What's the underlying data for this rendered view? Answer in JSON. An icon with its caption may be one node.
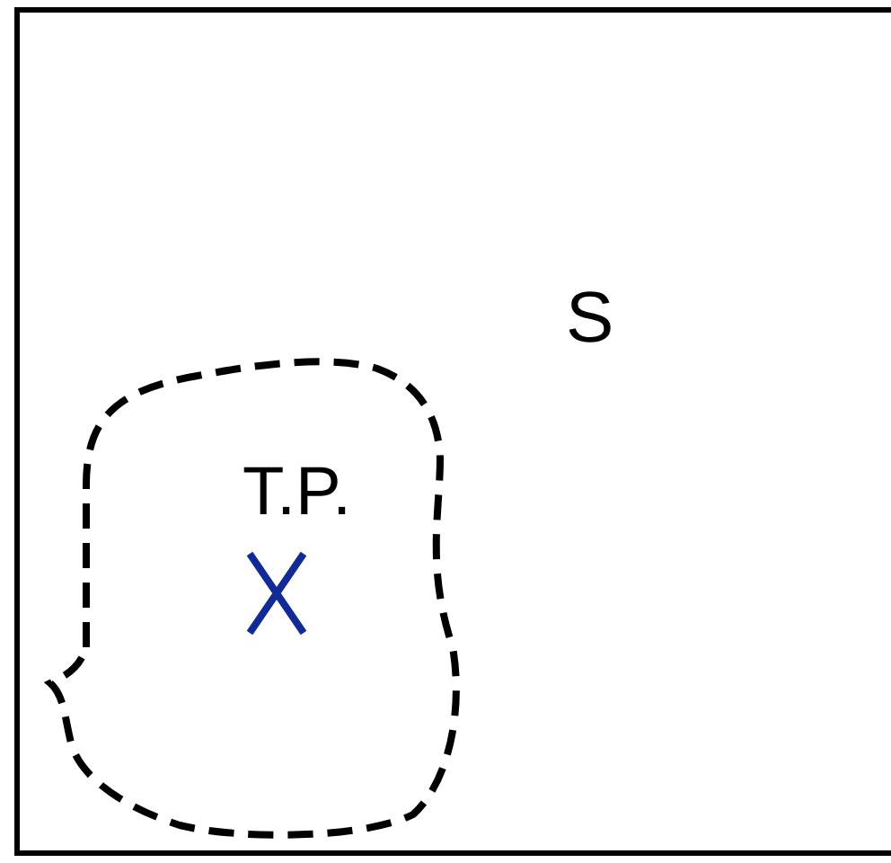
{
  "diagram": {
    "nodes": [
      {
        "text": [
          "S"
        ]
      },
      {
        "text": [
          "T.P."
        ],
        "in": 0
      }
    ]
  }
}
